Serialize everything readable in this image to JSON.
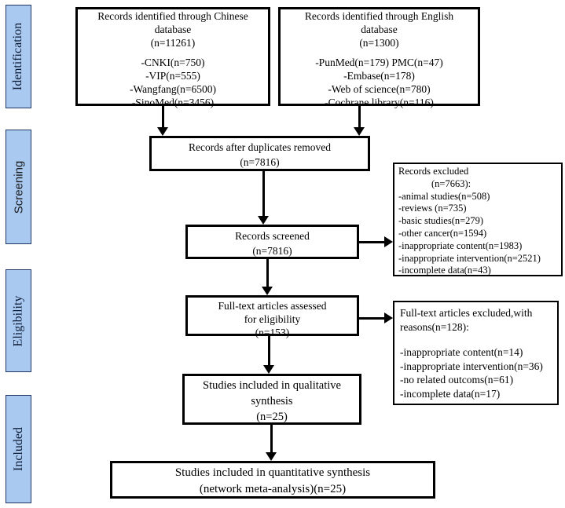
{
  "stages": [
    {
      "label": "Identification"
    },
    {
      "label": "Screening"
    },
    {
      "label": "Eligibility"
    },
    {
      "label": "Included"
    }
  ],
  "boxes": {
    "chinese_db": {
      "title": [
        "Records identified through Chinese",
        "database",
        "(n=11261)"
      ],
      "items": [
        "-CNKI(n=750)",
        "-VIP(n=555)",
        "-Wangfang(n=6500)",
        "-SinoMed(n=3456)"
      ]
    },
    "english_db": {
      "title": [
        "Records identified through English",
        "database",
        "(n=1300)"
      ],
      "items": [
        "-PunMed(n=179) PMC(n=47)",
        "-Embase(n=178)",
        "-Web of science(n=780)",
        "-Cochrane library(n=116)"
      ]
    },
    "duplicates_removed": {
      "lines": [
        "Records after duplicates removed",
        "(n=7816)"
      ]
    },
    "records_screened": {
      "lines": [
        "Records screened",
        "(n=7816)"
      ]
    },
    "records_excluded": {
      "title": "Records excluded",
      "subtitle": "(n=7663):",
      "items": [
        "-animal studies(n=508)",
        "-reviews (n=735)",
        "-basic studies(n=279)",
        "-other cancer(n=1594)",
        "-inappropriate content(n=1983)",
        "-inappropriate intervention(n=2521)",
        "-incomplete data(n=43)"
      ]
    },
    "fulltext_assessed": {
      "lines": [
        "Full-text articles assessed",
        "for eligibility",
        "(n=153)"
      ]
    },
    "fulltext_excluded": {
      "title": [
        "Full-text articles excluded,with",
        "reasons(n=128):"
      ],
      "items": [
        "-inappropriate content(n=14)",
        "-inappropriate intervention(n=36)",
        "-no related outcoms(n=61)",
        "-incomplete data(n=17)"
      ]
    },
    "qualitative": {
      "lines": [
        "Studies included in qualitative",
        "synthesis",
        "(n=25)"
      ]
    },
    "quantitative": {
      "lines": [
        "Studies included in quantitative synthesis",
        "(network meta-analysis)(n=25)"
      ]
    }
  },
  "colors": {
    "stage_fill": "#a9c9f1",
    "stage_border": "#1f3864",
    "line_color": "#000000"
  }
}
